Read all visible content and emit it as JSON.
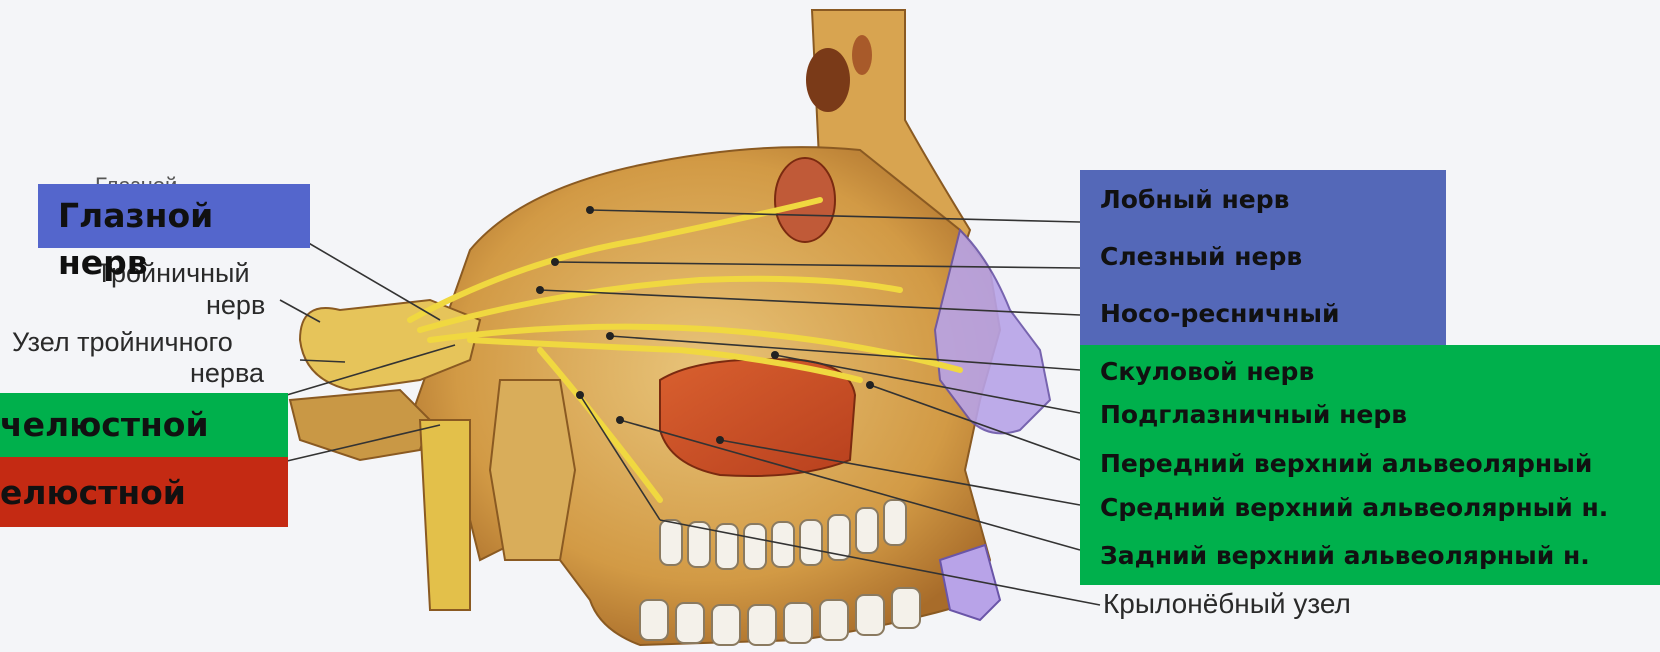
{
  "left_labels": {
    "partial_top": "Глазной",
    "trigeminal_line1": "Тройничный",
    "trigeminal_line2": "нерв",
    "ganglion_line1": "Узел тройничного",
    "ganglion_line2": "нерва"
  },
  "left_boxes": {
    "ophthalmic_line1": "Глазной",
    "ophthalmic_line2": "нерв",
    "maxillary_partial": "челюстной",
    "mandibular_partial": "елюстной"
  },
  "right_top_box": {
    "items": [
      "Лобный нерв",
      "Слезный нерв",
      "Носо-ресничный"
    ]
  },
  "right_bottom_box": {
    "items": [
      "Скуловой нерв",
      "Подглазничный нерв",
      "Передний верхний альвеолярный",
      "Средний верхний альвеолярный н.",
      "Задний верхний альвеолярный н."
    ]
  },
  "bottom_label": "Крылонёбный узел",
  "colors": {
    "ophthalmic_box": "#5466cc",
    "right_top_box": "#5468b8",
    "maxillary_box": "#00b04c",
    "mandibular_box": "#c42a13",
    "bone": "#d4a24c",
    "nerve": "#e8cf3a"
  }
}
